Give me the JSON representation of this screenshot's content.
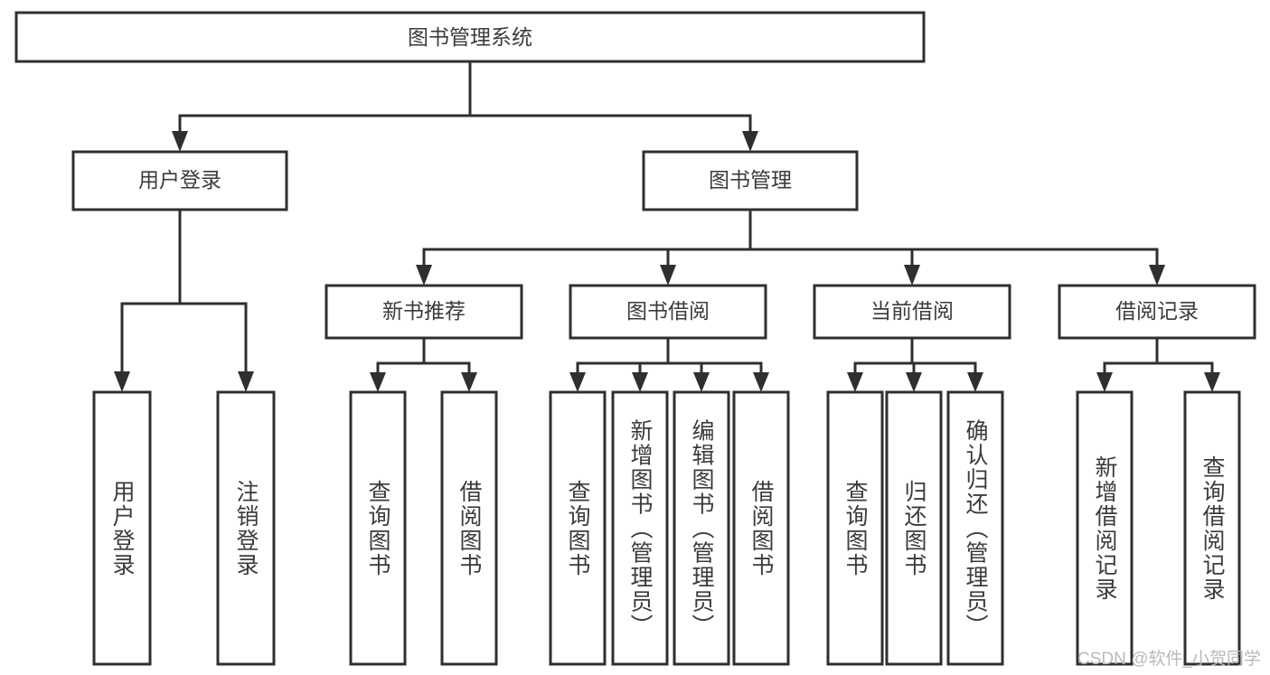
{
  "diagram": {
    "type": "tree-hierarchy-flowchart",
    "title": "图书管理系统",
    "watermark": "CSDN @软件_小贺同学",
    "colors": {
      "stroke": "#2f2f2f",
      "fill": "#ffffff",
      "text": "#3b3b3b",
      "watermark": "#b9b9b9",
      "background": "#ffffff"
    },
    "root": {
      "label": "图书管理系统"
    },
    "level2": [
      {
        "label": "用户登录"
      },
      {
        "label": "图书管理"
      }
    ],
    "level3": [
      {
        "label": "新书推荐"
      },
      {
        "label": "图书借阅"
      },
      {
        "label": "当前借阅"
      },
      {
        "label": "借阅记录"
      }
    ],
    "leaves": {
      "user_login": [
        {
          "label": "用户登录"
        },
        {
          "label": "注销登录"
        }
      ],
      "new_book_recommend": [
        {
          "label": "查询图书"
        },
        {
          "label": "借阅图书"
        }
      ],
      "book_borrow": [
        {
          "label": "查询图书"
        },
        {
          "label": "新增图书（管理员）"
        },
        {
          "label": "编辑图书（管理员）"
        },
        {
          "label": "借阅图书"
        }
      ],
      "current_borrow": [
        {
          "label": "查询图书"
        },
        {
          "label": "归还图书"
        },
        {
          "label": "确认归还（管理员）"
        }
      ],
      "borrow_record": [
        {
          "label": "新增借阅记录"
        },
        {
          "label": "查询借阅记录"
        }
      ]
    }
  }
}
